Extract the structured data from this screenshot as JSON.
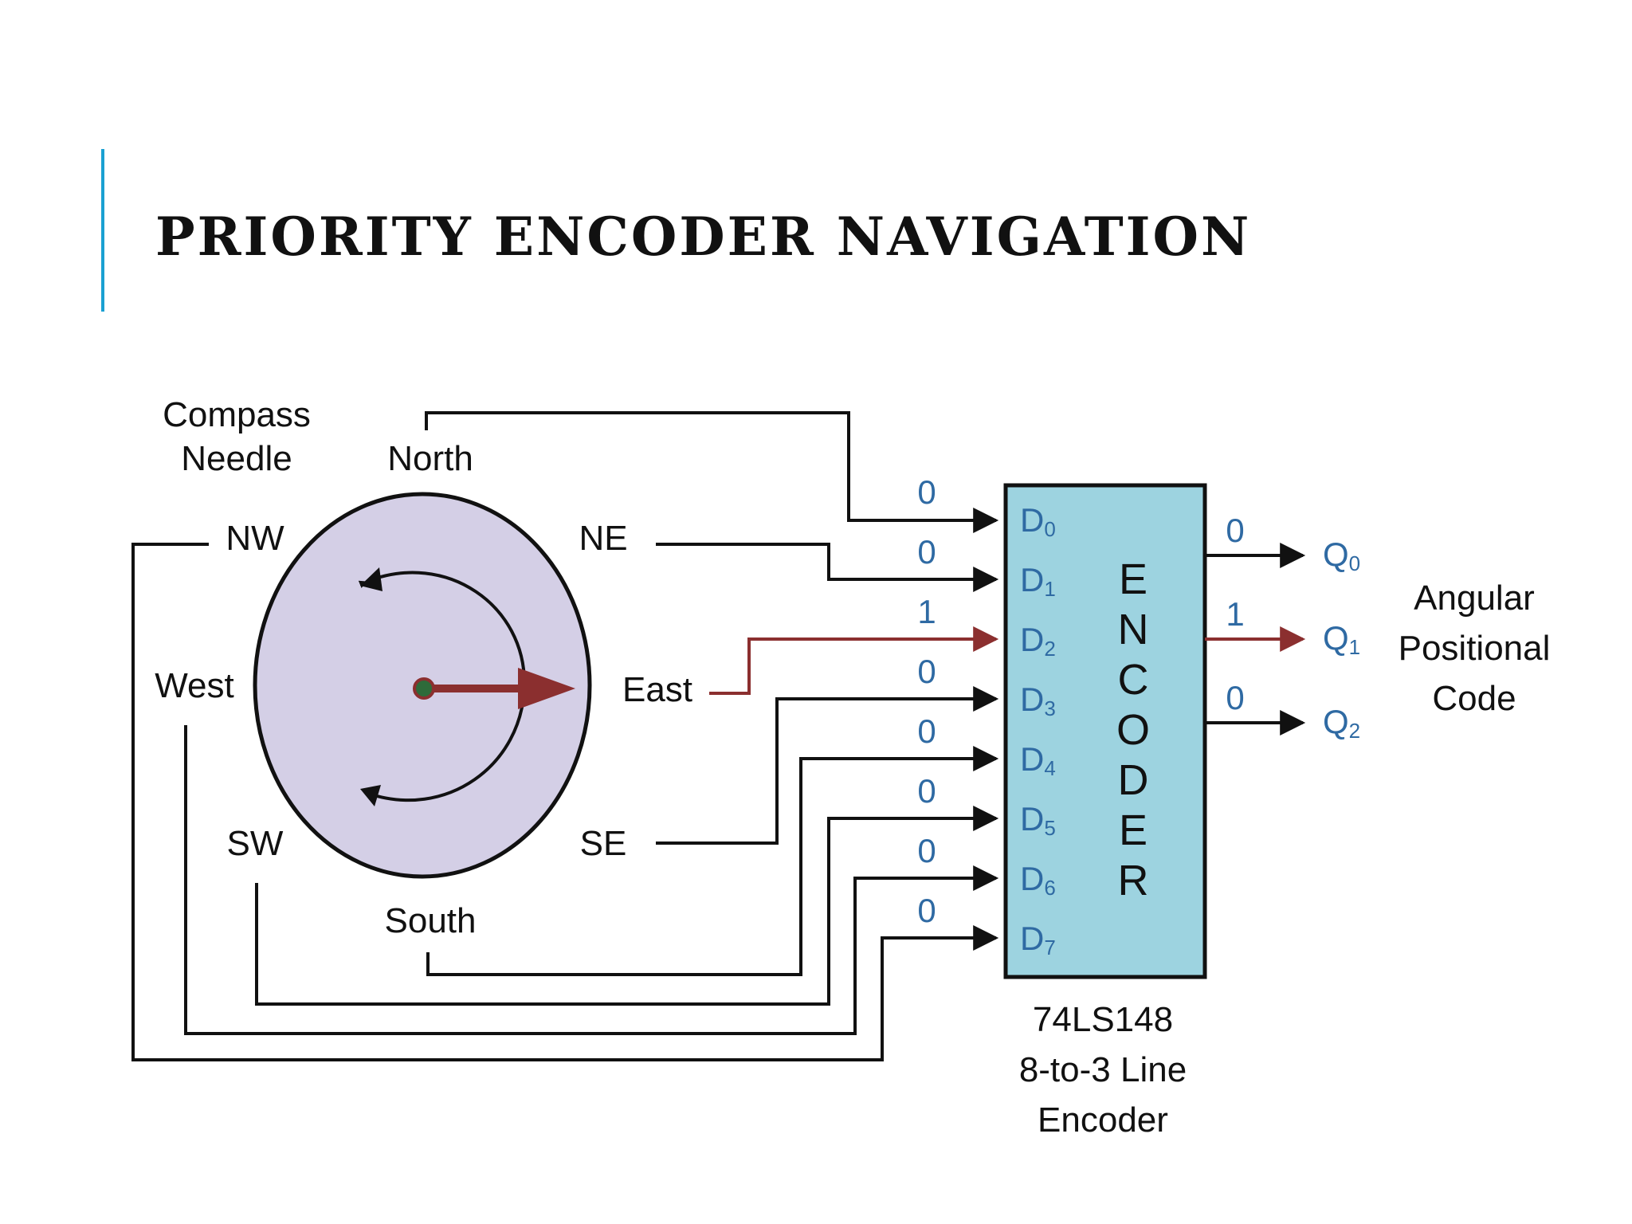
{
  "slide": {
    "title": "PRIORITY ENCODER NAVIGATION"
  },
  "compass": {
    "caption_line1": "Compass",
    "caption_line2": "Needle",
    "north": "North",
    "ne": "NE",
    "nw": "NW",
    "west": "West",
    "east": "East",
    "sw": "SW",
    "se": "SE",
    "south": "South"
  },
  "encoder": {
    "letters": [
      "E",
      "N",
      "C",
      "O",
      "D",
      "E",
      "R"
    ],
    "inputs": [
      {
        "name": "D",
        "sub": "0",
        "value": "0"
      },
      {
        "name": "D",
        "sub": "1",
        "value": "0"
      },
      {
        "name": "D",
        "sub": "2",
        "value": "1"
      },
      {
        "name": "D",
        "sub": "3",
        "value": "0"
      },
      {
        "name": "D",
        "sub": "4",
        "value": "0"
      },
      {
        "name": "D",
        "sub": "5",
        "value": "0"
      },
      {
        "name": "D",
        "sub": "6",
        "value": "0"
      },
      {
        "name": "D",
        "sub": "7",
        "value": "0"
      }
    ],
    "outputs": [
      {
        "name": "Q",
        "sub": "0",
        "value": "0"
      },
      {
        "name": "Q",
        "sub": "1",
        "value": "1"
      },
      {
        "name": "Q",
        "sub": "2",
        "value": "0"
      }
    ],
    "part_line1": "74LS148",
    "part_line2": "8-to-3 Line",
    "part_line3": "Encoder"
  },
  "output_label": {
    "line1": "Angular",
    "line2": "Positional",
    "line3": "Code"
  },
  "colors": {
    "accent": "#1aa0d2",
    "encoder_fill": "#9dd3e0",
    "compass_fill": "#d4cfe6",
    "active_wire": "#8b2f2f",
    "pin_label": "#2f6aa3"
  }
}
